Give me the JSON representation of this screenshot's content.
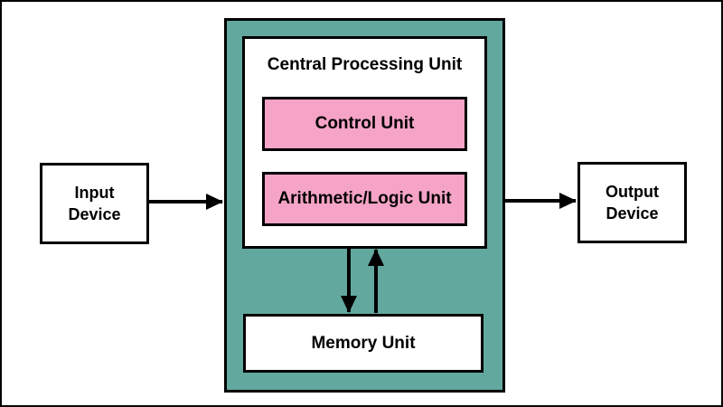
{
  "blocks": {
    "input": {
      "line1": "Input",
      "line2": "Device"
    },
    "output": {
      "line1": "Output",
      "line2": "Device"
    },
    "cpu": {
      "title": "Central Processing Unit"
    },
    "control": {
      "label": "Control Unit"
    },
    "alu": {
      "label": "Arithmetic/Logic Unit"
    },
    "memory": {
      "label": "Memory Unit"
    }
  },
  "colors": {
    "cpu_background": "#63A89E",
    "unit_pink": "#F5A3C6",
    "box_white": "#FFFFFF",
    "line_black": "#000000"
  }
}
